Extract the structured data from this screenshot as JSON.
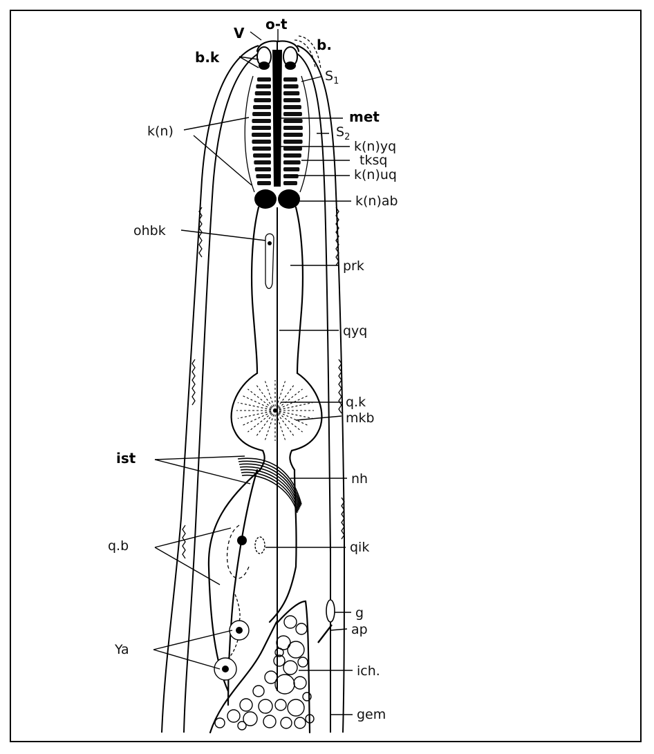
{
  "labels": {
    "v": "V",
    "ot": "o-t",
    "bk": "b.k",
    "b": "b.",
    "s1_main": "S",
    "s1_sub": "1",
    "met": "met",
    "s2_main": "S",
    "s2_sub": "2",
    "kn": "k(n)",
    "knyq": "k(n)yq",
    "tksq": "tksq",
    "knuq": "k(n)uq",
    "knab": "k(n)ab",
    "ohbk": "ohbk",
    "prk": "prk",
    "qyq": "qyq",
    "qk": "q.k",
    "mkb": "mkb",
    "ist": "ist",
    "nh": "nh",
    "qb": "q.b",
    "qik": "qik",
    "g": "g",
    "ap": "ap",
    "ya": "Ya",
    "ich": "ich.",
    "gem": "gem"
  },
  "colors": {
    "ink": "#000000",
    "background": "#ffffff"
  }
}
